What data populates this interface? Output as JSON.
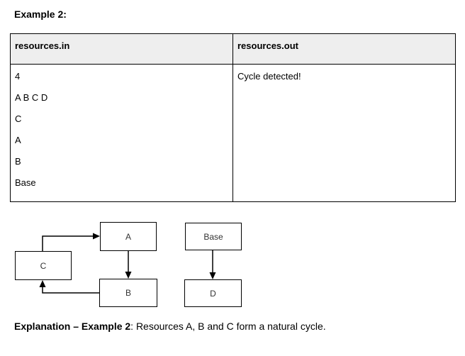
{
  "page": {
    "title": "Example 2:"
  },
  "table": {
    "headers": [
      "resources.in",
      "resources.out"
    ],
    "rows": [
      {
        "in_lines": [
          "4",
          "A B C D",
          "C",
          "A",
          "B",
          "Base"
        ],
        "out": "Cycle detected!"
      }
    ]
  },
  "diagram": {
    "nodes": [
      {
        "id": "A",
        "label": "A"
      },
      {
        "id": "Base",
        "label": "Base"
      },
      {
        "id": "C",
        "label": "C"
      },
      {
        "id": "B",
        "label": "B"
      },
      {
        "id": "D",
        "label": "D"
      }
    ],
    "edges": [
      {
        "from": "C",
        "to": "A"
      },
      {
        "from": "A",
        "to": "B"
      },
      {
        "from": "B",
        "to": "C"
      },
      {
        "from": "Base",
        "to": "D"
      }
    ]
  },
  "explanation": {
    "bold": "Explanation – Example 2",
    "rest": ": Resources A, B and C form a natural cycle."
  },
  "colors": {
    "header_bg": "#eeeeee",
    "border": "#000000",
    "node_label": "#333333"
  }
}
